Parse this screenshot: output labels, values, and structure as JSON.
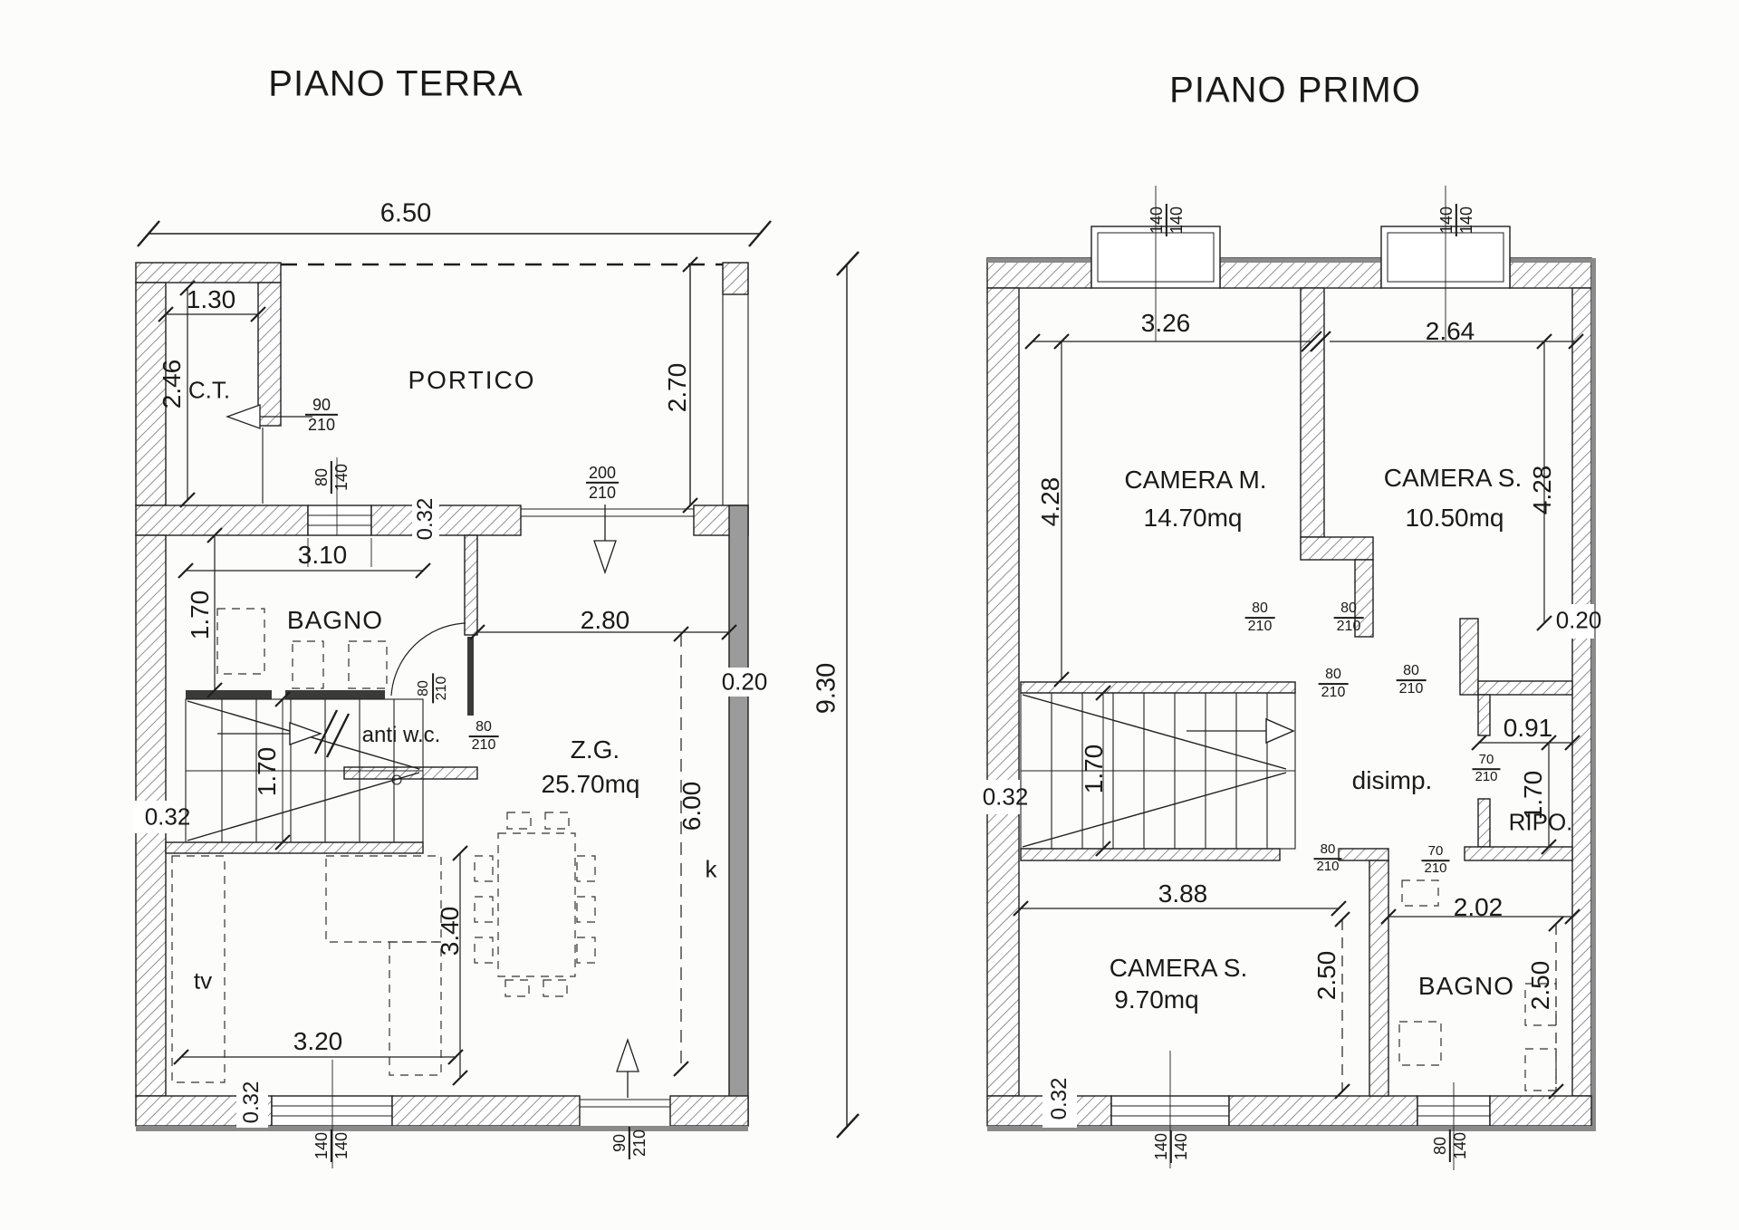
{
  "ground_floor": {
    "title": "PIANO TERRA",
    "rooms": {
      "ct": "C.T.",
      "portico": "PORTICO",
      "bagno": "BAGNO",
      "anti_wc": "anti w.c.",
      "zg_name": "Z.G.",
      "zg_area": "25.70mq",
      "tv": "tv",
      "kitchen": "k"
    },
    "dims": {
      "total_width": "6.50",
      "total_height": "9.30",
      "ct_width": "1.30",
      "ct_height": "2.46",
      "portico_depth": "2.70",
      "wall_top": "0.32",
      "bagno_width": "3.10",
      "bagno_depth": "1.70",
      "zg_width": "2.80",
      "wall_right": "0.20",
      "zg_depth": "6.00",
      "stair_width": "1.70",
      "wall_left": "0.32",
      "tv_width": "3.20",
      "tv_depth": "3.40",
      "wall_bottom": "0.32"
    },
    "openings": {
      "ct_door": {
        "w": "90",
        "h": "210"
      },
      "bagno_window": {
        "w": "80",
        "h": "140"
      },
      "portico_door": {
        "w": "200",
        "h": "210"
      },
      "bagno_door": {
        "w": "80",
        "h": "210"
      },
      "antiwc_door": {
        "w": "80",
        "h": "210"
      },
      "living_window": {
        "w": "140",
        "h": "140"
      },
      "entry_door": {
        "w": "90",
        "h": "210"
      }
    }
  },
  "first_floor": {
    "title": "PIANO PRIMO",
    "rooms": {
      "camera_m": "CAMERA M.",
      "camera_m_area": "14.70mq",
      "camera_s1": "CAMERA S.",
      "camera_s1_area": "10.50mq",
      "camera_s2": "CAMERA S.",
      "camera_s2_area": "9.70mq",
      "bagno": "BAGNO",
      "disimp": "disimp.",
      "ripo": "RIPO."
    },
    "dims": {
      "camera_m_width": "3.26",
      "camera_s1_width": "2.64",
      "camera_m_depth": "4.28",
      "camera_s1_depth": "4.28",
      "wall_right": "0.20",
      "wall_left": "0.32",
      "stair_width": "1.70",
      "ripo_width": "0.91",
      "ripo_depth": "1.70",
      "camera_s2_width": "3.88",
      "bagno_width": "2.02",
      "camera_s2_depth": "2.50",
      "bagno_depth": "2.50",
      "wall_bottom": "0.32"
    },
    "openings": {
      "window_left": {
        "w": "140",
        "h": "140"
      },
      "window_right": {
        "w": "140",
        "h": "140"
      },
      "camera_m_door": {
        "w": "80",
        "h": "210"
      },
      "camera_s1_door": {
        "w": "80",
        "h": "210"
      },
      "hall_door_a": {
        "w": "80",
        "h": "210"
      },
      "hall_door_b": {
        "w": "80",
        "h": "210"
      },
      "ripo_door": {
        "w": "70",
        "h": "210"
      },
      "camera_s2_door": {
        "w": "80",
        "h": "210"
      },
      "bagno_door": {
        "w": "70",
        "h": "210"
      },
      "camera_s2_window": {
        "w": "140",
        "h": "140"
      },
      "bagno_window": {
        "w": "80",
        "h": "140"
      }
    }
  }
}
